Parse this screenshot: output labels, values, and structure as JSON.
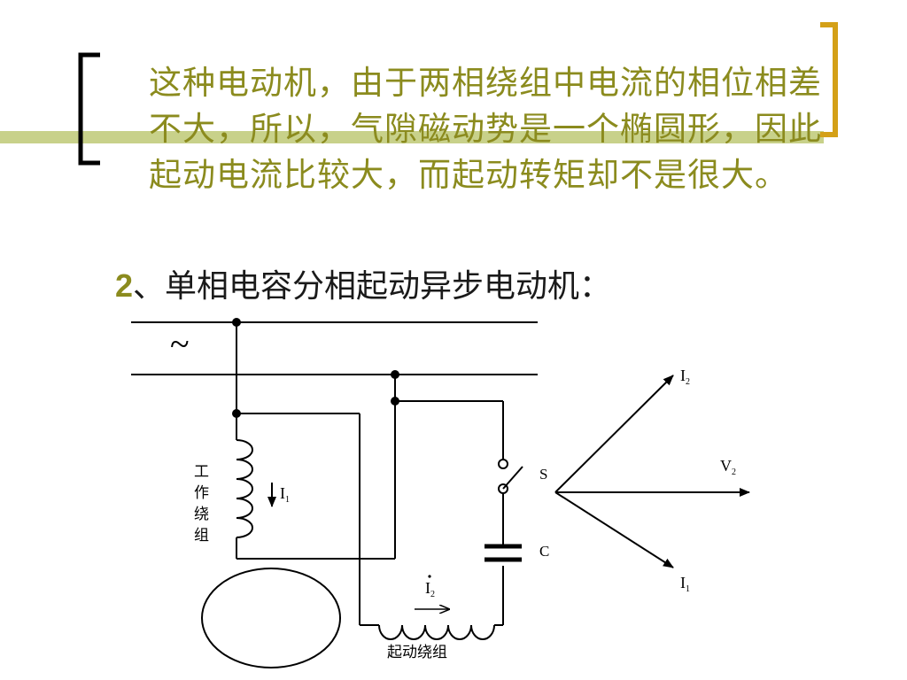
{
  "slide": {
    "paragraph": "这种电动机，由于两相绕组中电流的相位相差不大，所以，气隙磁动势是一个椭圆形，因此起动电流比较大，而起动转矩却不是很大。",
    "heading_number": "2",
    "heading_text": "、单相电容分相起动异步电动机："
  },
  "colors": {
    "text_accent": "#8b8b1e",
    "bar_green": "#c8d18a",
    "bracket_gold": "#d4a017",
    "bracket_black": "#000000"
  },
  "circuit": {
    "ac_symbol": "~",
    "working_winding_label": [
      "工",
      "作",
      "绕",
      "组"
    ],
    "i1_label": "I",
    "i1_sub": "1",
    "switch_label": "S",
    "capacitor_label": "C",
    "i2_label": "I",
    "i2_sub": "2",
    "start_winding_label": "起动绕组"
  },
  "phasor": {
    "i2_label": "I",
    "i2_sub": "2",
    "v2_label": "V",
    "v2_sub": "2",
    "i1_label": "I",
    "i1_sub": "1"
  }
}
